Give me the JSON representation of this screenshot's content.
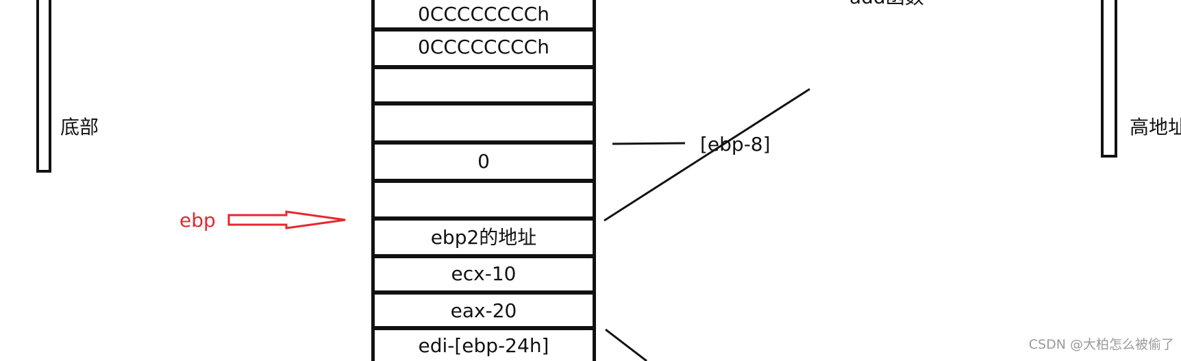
{
  "labels": {
    "bottom": "底部",
    "high_address": "高地址",
    "add_function": "add函数",
    "ebp_pointer": "ebp",
    "ebp_minus_8": "[ebp-8]"
  },
  "stack_cells": [
    "0CCCCCCCCh",
    "0CCCCCCCCh",
    "",
    "",
    "0",
    "",
    "ebp2的地址",
    "ecx-10",
    "eax-20",
    "edi-[ebp-24h]"
  ],
  "watermark": "CSDN @大柏怎么被偷了",
  "colors": {
    "line": "#111111",
    "ebp_label": "#e8262d",
    "ebp_arrow": "#e8262d",
    "watermark": "#9a9a9a"
  }
}
